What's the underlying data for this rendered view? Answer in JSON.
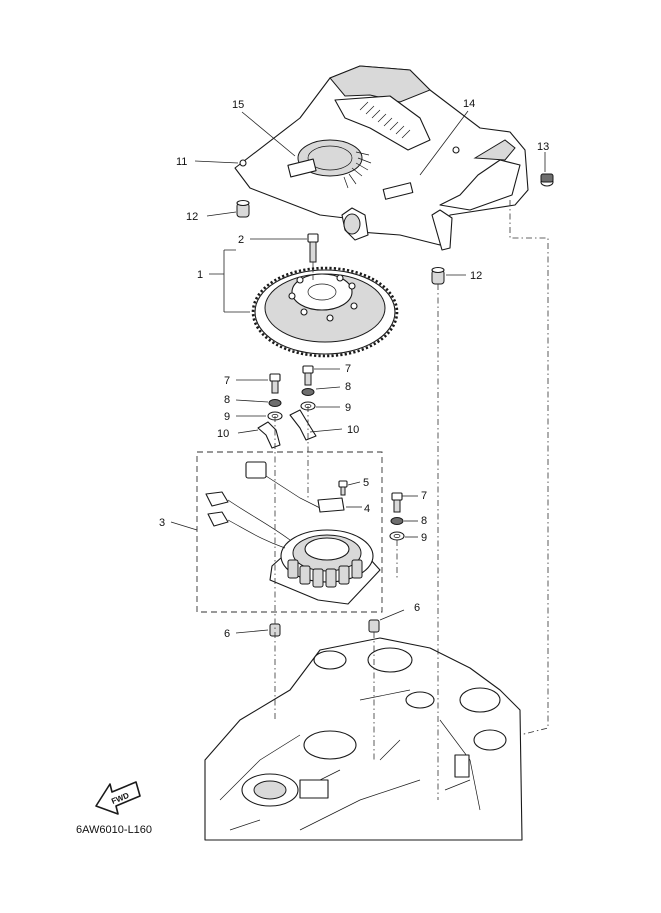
{
  "diagram": {
    "code": "6AW6010-L160",
    "fwd_label": "FWD",
    "callouts": [
      {
        "id": "c1",
        "text": "1"
      },
      {
        "id": "c2",
        "text": "2"
      },
      {
        "id": "c3",
        "text": "3"
      },
      {
        "id": "c4",
        "text": "4"
      },
      {
        "id": "c5",
        "text": "5"
      },
      {
        "id": "c6a",
        "text": "6"
      },
      {
        "id": "c6b",
        "text": "6"
      },
      {
        "id": "c7a",
        "text": "7"
      },
      {
        "id": "c7b",
        "text": "7"
      },
      {
        "id": "c7c",
        "text": "7"
      },
      {
        "id": "c8a",
        "text": "8"
      },
      {
        "id": "c8b",
        "text": "8"
      },
      {
        "id": "c8c",
        "text": "8"
      },
      {
        "id": "c9a",
        "text": "9"
      },
      {
        "id": "c9b",
        "text": "9"
      },
      {
        "id": "c9c",
        "text": "9"
      },
      {
        "id": "c10a",
        "text": "10"
      },
      {
        "id": "c10b",
        "text": "10"
      },
      {
        "id": "c11",
        "text": "11"
      },
      {
        "id": "c12a",
        "text": "12"
      },
      {
        "id": "c12b",
        "text": "12"
      },
      {
        "id": "c13",
        "text": "13"
      },
      {
        "id": "c14",
        "text": "14"
      },
      {
        "id": "c15",
        "text": "15"
      }
    ]
  }
}
